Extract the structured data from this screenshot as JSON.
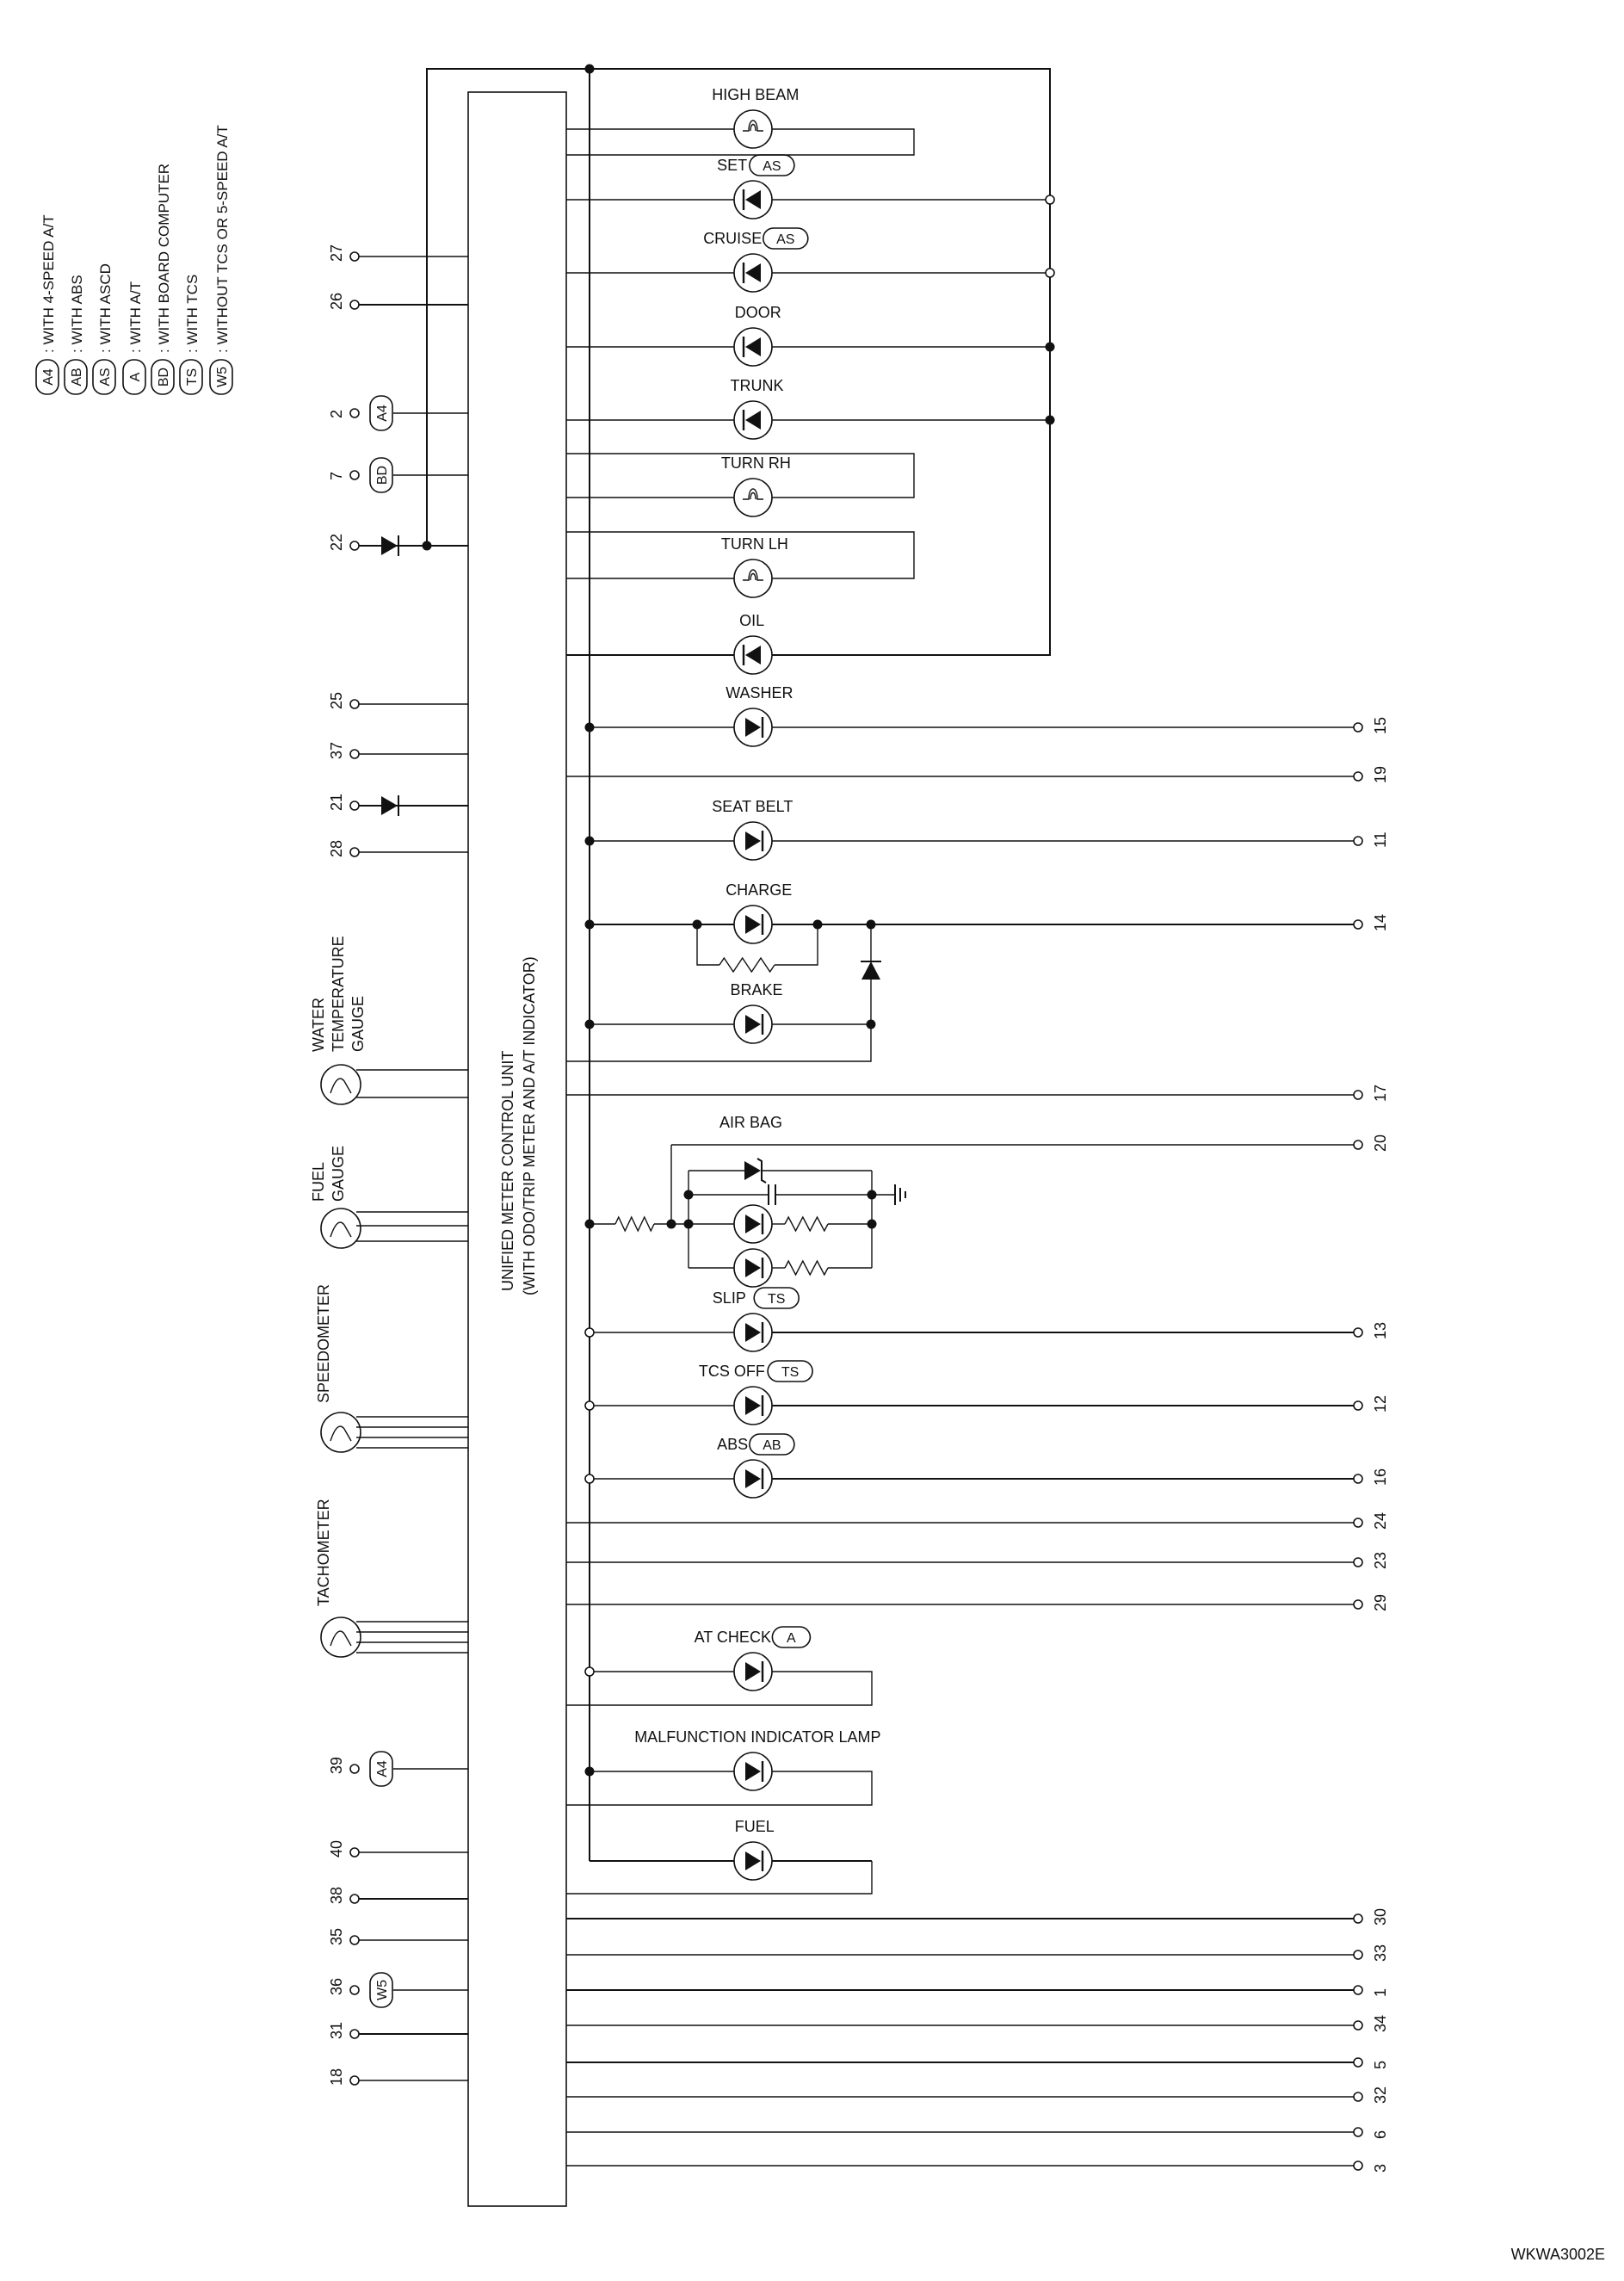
{
  "legend": [
    {
      "code": "A4",
      "text": ": WITH 4-SPEED A/T"
    },
    {
      "code": "AB",
      "text": ": WITH ABS"
    },
    {
      "code": "AS",
      "text": ": WITH ASCD"
    },
    {
      "code": "A",
      "text": ": WITH A/T"
    },
    {
      "code": "BD",
      "text": ": WITH BOARD COMPUTER"
    },
    {
      "code": "TS",
      "text": ": WITH TCS"
    },
    {
      "code": "W5",
      "text": ": WITHOUT TCS OR 5-SPEED A/T"
    }
  ],
  "control_unit": {
    "line1": "UNIFIED METER CONTROL UNIT",
    "line2": "(WITH ODO/TRIP METER AND A/T INDICATOR)"
  },
  "gauges": [
    {
      "name": "water-temperature-gauge",
      "label": "WATER TEMPERATURE GAUGE",
      "lines": [
        "WATER",
        "TEMPERATURE",
        "GAUGE"
      ]
    },
    {
      "name": "fuel-gauge",
      "label": "FUEL GAUGE",
      "lines": [
        "FUEL",
        "GAUGE"
      ]
    },
    {
      "name": "speedometer",
      "label": "SPEEDOMETER",
      "lines": [
        "SPEEDOMETER"
      ]
    },
    {
      "name": "tachometer",
      "label": "TACHOMETER",
      "lines": [
        "TACHOMETER"
      ]
    }
  ],
  "left_terminals": [
    {
      "pin": "27",
      "opt": ""
    },
    {
      "pin": "26",
      "opt": ""
    },
    {
      "pin": "2",
      "opt": "A4"
    },
    {
      "pin": "7",
      "opt": "BD"
    },
    {
      "pin": "22",
      "opt": ""
    },
    {
      "pin": "25",
      "opt": ""
    },
    {
      "pin": "37",
      "opt": ""
    },
    {
      "pin": "21",
      "opt": ""
    },
    {
      "pin": "28",
      "opt": ""
    },
    {
      "pin": "39",
      "opt": "A4"
    },
    {
      "pin": "40",
      "opt": ""
    },
    {
      "pin": "38",
      "opt": ""
    },
    {
      "pin": "35",
      "opt": ""
    },
    {
      "pin": "36",
      "opt": "W5"
    },
    {
      "pin": "31",
      "opt": ""
    },
    {
      "pin": "18",
      "opt": ""
    }
  ],
  "indicators": [
    {
      "label": "HIGH BEAM",
      "opt": ""
    },
    {
      "label": "SET",
      "opt": "AS"
    },
    {
      "label": "CRUISE",
      "opt": "AS"
    },
    {
      "label": "DOOR",
      "opt": ""
    },
    {
      "label": "TRUNK",
      "opt": ""
    },
    {
      "label": "TURN RH",
      "opt": ""
    },
    {
      "label": "TURN LH",
      "opt": ""
    },
    {
      "label": "OIL",
      "opt": ""
    },
    {
      "label": "WASHER",
      "opt": ""
    },
    {
      "label": "SEAT BELT",
      "opt": ""
    },
    {
      "label": "CHARGE",
      "opt": ""
    },
    {
      "label": "BRAKE",
      "opt": ""
    },
    {
      "label": "AIR BAG",
      "opt": ""
    },
    {
      "label": "SLIP",
      "opt": "TS"
    },
    {
      "label": "TCS OFF",
      "opt": "TS"
    },
    {
      "label": "ABS",
      "opt": "AB"
    },
    {
      "label": "AT CHECK",
      "opt": "A"
    },
    {
      "label": "MALFUNCTION INDICATOR LAMP",
      "opt": ""
    },
    {
      "label": "FUEL",
      "opt": ""
    }
  ],
  "right_terminals": [
    "15",
    "19",
    "11",
    "14",
    "17",
    "20",
    "13",
    "12",
    "16",
    "24",
    "23",
    "29",
    "30",
    "33",
    "1",
    "34",
    "5",
    "32",
    "6",
    "3"
  ],
  "diagram_code": "WKWA3002E"
}
